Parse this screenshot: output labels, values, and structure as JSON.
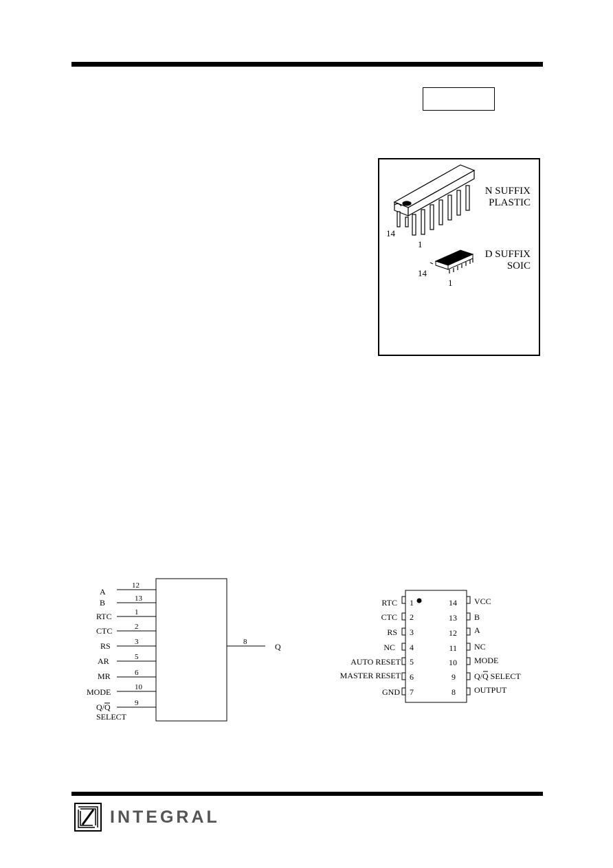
{
  "header": {
    "part_number_box": ""
  },
  "packages": {
    "n_suffix": {
      "line1": "N SUFFIX",
      "line2": "PLASTIC",
      "pin_first": "14",
      "pin_last": "1"
    },
    "d_suffix": {
      "line1": "D SUFFIX",
      "line2": "SOIC",
      "pin_first": "14",
      "pin_last": "1"
    }
  },
  "logic_diagram": {
    "inputs": [
      {
        "label": "A",
        "pin": "12"
      },
      {
        "label": "B",
        "pin": "13"
      },
      {
        "label": "RTC",
        "pin": "1"
      },
      {
        "label": "CTC",
        "pin": "2"
      },
      {
        "label": "RS",
        "pin": "3"
      },
      {
        "label": "AR",
        "pin": "5"
      },
      {
        "label": "MR",
        "pin": "6"
      },
      {
        "label": "MODE",
        "pin": "10"
      },
      {
        "label": "Q/Q",
        "label2": "SELECT",
        "pin": "9"
      }
    ],
    "output": {
      "label": "Q",
      "pin": "8"
    }
  },
  "pinout": {
    "left": [
      {
        "num": "1",
        "label": "RTC"
      },
      {
        "num": "2",
        "label": "CTC"
      },
      {
        "num": "3",
        "label": "RS"
      },
      {
        "num": "4",
        "label": "NC"
      },
      {
        "num": "5",
        "label": "AUTO RESET"
      },
      {
        "num": "6",
        "label": "MASTER RESET"
      },
      {
        "num": "7",
        "label": "GND"
      }
    ],
    "right": [
      {
        "num": "14",
        "label": "VCC"
      },
      {
        "num": "13",
        "label": "B"
      },
      {
        "num": "12",
        "label": "A"
      },
      {
        "num": "11",
        "label": "NC"
      },
      {
        "num": "10",
        "label": "MODE"
      },
      {
        "num": "9",
        "label": "Q/Q SELECT"
      },
      {
        "num": "8",
        "label": "OUTPUT"
      }
    ]
  },
  "footer": {
    "brand": "INTEGRAL"
  },
  "colors": {
    "logo_gray": "#555555"
  }
}
